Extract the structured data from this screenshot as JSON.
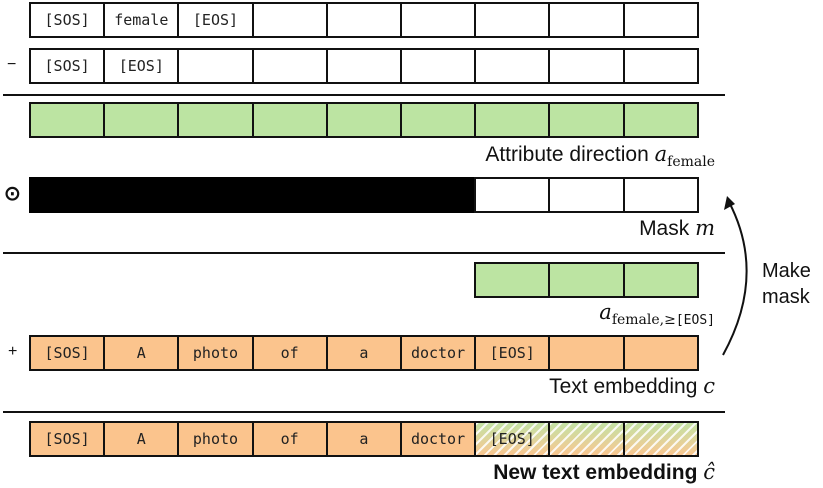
{
  "rows": {
    "prompt_attr": {
      "tokens": [
        "[SOS]",
        "female",
        "[EOS]",
        "",
        "",
        "",
        "",
        "",
        ""
      ]
    },
    "prompt_null": {
      "operator": "−",
      "tokens": [
        "[SOS]",
        "[EOS]",
        "",
        "",
        "",
        "",
        "",
        "",
        ""
      ]
    },
    "attribute_direction": {
      "label": "Attribute direction ",
      "symbol": "a",
      "subscript": "female",
      "cell_color": "#bce4a2",
      "cells": 9
    },
    "mask": {
      "operator": "⊙",
      "label": "Mask ",
      "symbol": "m",
      "black_cells": 6,
      "white_cells": 3
    },
    "masked_attr": {
      "symbol": "a",
      "subscript": "female,≥",
      "subscript_token": "[EOS]",
      "cells": 3,
      "cell_color": "#bce4a2"
    },
    "text_embedding": {
      "operator": "+",
      "label": "Text embedding ",
      "symbol": "c",
      "tokens": [
        "[SOS]",
        "A",
        "photo",
        "of",
        "a",
        "doctor",
        "[EOS]",
        "",
        ""
      ],
      "cell_color": "#fbc48d"
    },
    "new_text_embedding": {
      "label": "New text embedding ",
      "symbol": "ĉ",
      "tokens": [
        "[SOS]",
        "A",
        "photo",
        "of",
        "a",
        "doctor",
        "[EOS]",
        "",
        ""
      ],
      "hatched_from_index": 6
    }
  },
  "arrow": {
    "label_line1": "Make",
    "label_line2": "mask"
  },
  "colors": {
    "green": "#bce4a2",
    "orange": "#fbc48d",
    "black": "#000000",
    "line": "#111111"
  }
}
